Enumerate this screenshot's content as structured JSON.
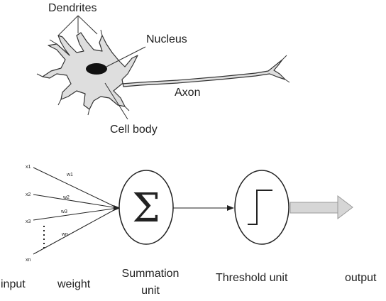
{
  "neuron": {
    "labels": {
      "dendrites": "Dendrites",
      "nucleus": "Nucleus",
      "axon": "Axon",
      "cell_body": "Cell body"
    }
  },
  "perceptron": {
    "inputs": [
      "x1",
      "x2",
      "x3",
      "xn"
    ],
    "weights": [
      "w1",
      "w2",
      "w3",
      "wn"
    ],
    "summation_symbol": "Σ",
    "labels": {
      "input": "input",
      "weight": "weight",
      "summation_line1": "Summation",
      "summation_line2": "unit",
      "threshold": "Threshold unit",
      "output": "output"
    }
  }
}
